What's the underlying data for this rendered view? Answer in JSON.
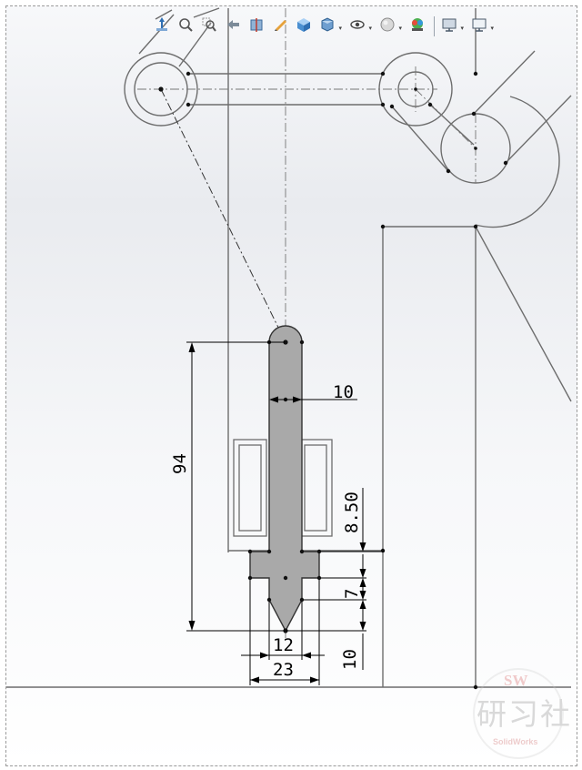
{
  "toolbar": {
    "items": [
      {
        "icon": "view-orientation-icon",
        "dropdown": false
      },
      {
        "icon": "zoom-to-fit-icon",
        "dropdown": false
      },
      {
        "icon": "zoom-to-area-icon",
        "dropdown": false
      },
      {
        "icon": "previous-view-icon",
        "dropdown": false
      },
      {
        "icon": "section-view-icon",
        "dropdown": false
      },
      {
        "icon": "dynamic-annotation-icon",
        "dropdown": false
      },
      {
        "icon": "view-cube-icon",
        "dropdown": false
      },
      {
        "icon": "display-style-icon",
        "dropdown": true
      },
      {
        "icon": "hide-show-items-icon",
        "dropdown": true
      },
      {
        "icon": "edit-appearance-icon",
        "dropdown": true
      },
      {
        "icon": "apply-scene-icon",
        "dropdown": false
      },
      {
        "icon": "view-settings-icon",
        "dropdown": true
      },
      {
        "icon": "monitor-icon",
        "dropdown": true
      }
    ]
  },
  "dimensions": {
    "d_width_top": "10",
    "d_length": "94",
    "d_offset": "8.50",
    "d_head": "7",
    "d_tip": "10",
    "d_inner": "12",
    "d_outer": "23"
  },
  "watermark": {
    "badge": "SW",
    "text": "研习社",
    "brand": "SolidWorks"
  },
  "colors": {
    "part_fill": "#a9a9a9",
    "sketch_line": "#6d6d6d",
    "dimension_line": "#000000",
    "background_top": "#e9ebef",
    "background_bottom": "#ffffff"
  }
}
